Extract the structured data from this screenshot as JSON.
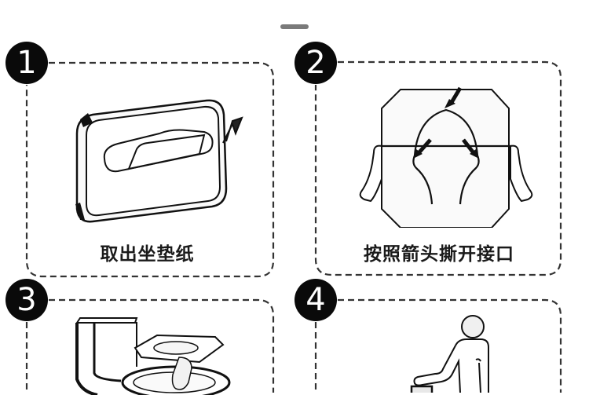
{
  "header": {
    "handle_color": "#7a7a7a"
  },
  "colors": {
    "badge_bg": "#0a0a0a",
    "badge_text": "#ffffff",
    "dashed_border": "#333333",
    "caption_text": "#1a1a1a",
    "background": "#ffffff"
  },
  "steps": [
    {
      "number": "1",
      "caption": "取出坐垫纸",
      "illustration": "seat-cover-dispenser-icon"
    },
    {
      "number": "2",
      "caption": "按照箭头撕开接口",
      "illustration": "tear-along-arrows-icon"
    },
    {
      "number": "3",
      "caption": "",
      "illustration": "toilet-with-seat-cover-icon"
    },
    {
      "number": "4",
      "caption": "",
      "illustration": "person-disposing-icon"
    }
  ]
}
